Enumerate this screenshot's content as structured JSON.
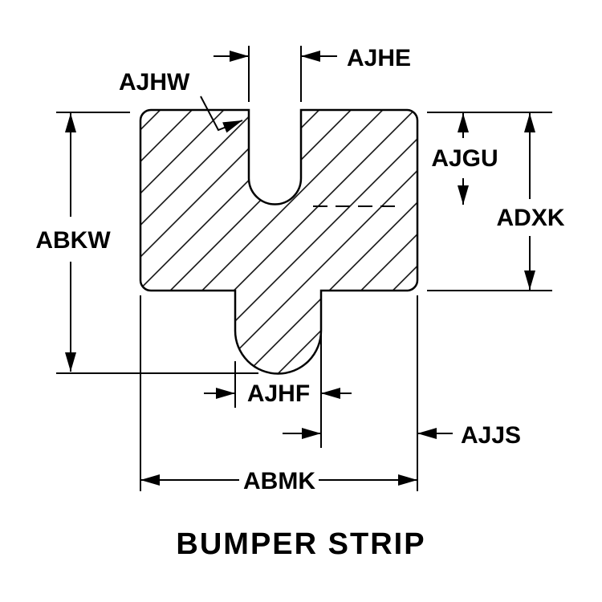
{
  "title": "BUMPER STRIP",
  "labels": {
    "ajhe": "AJHE",
    "ajhw": "AJHW",
    "abkw": "ABKW",
    "ajgu": "AJGU",
    "adxk": "ADXK",
    "ajhf": "AJHF",
    "ajjs": "AJJS",
    "abmk": "ABMK"
  },
  "colors": {
    "line": "#000000",
    "background": "#ffffff"
  }
}
